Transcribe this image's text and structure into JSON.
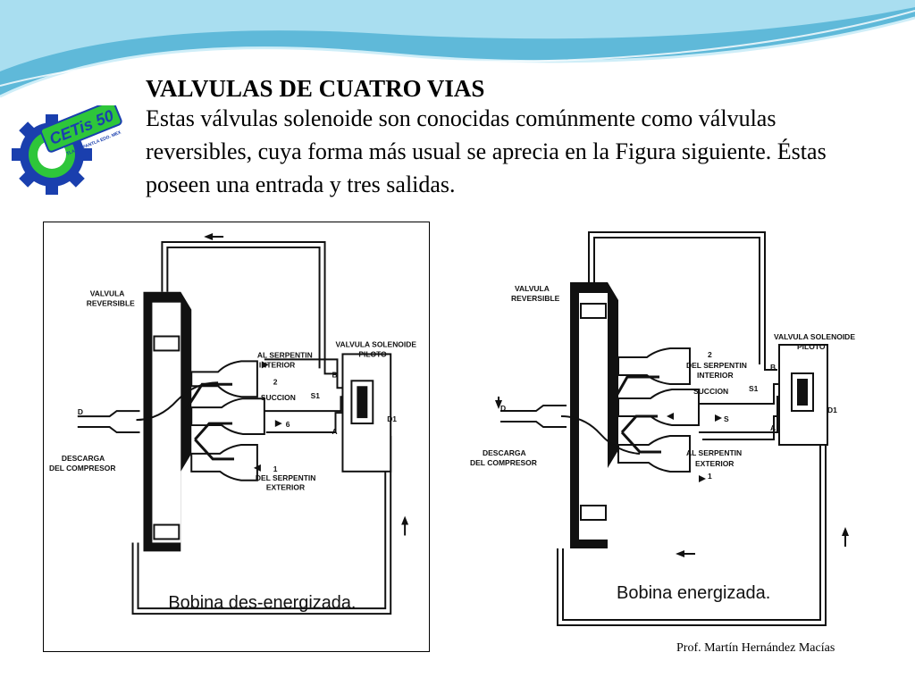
{
  "slide": {
    "title": "VALVULAS DE CUATRO VIAS",
    "body": "Estas válvulas solenoide son conocidas comúnmente como válvulas reversibles, cuya forma más usual se aprecia en la Figura siguiente. Éstas poseen una entrada y tres salidas.",
    "credit": "Prof. Martín Hernández Macías"
  },
  "logo": {
    "text": "CETis 50",
    "subtext": "TLALNEPANTLA EDO. MEX",
    "colors": {
      "gear": "#1a3fae",
      "inner": "#2ec63a"
    }
  },
  "figures": [
    {
      "labels": {
        "valve": [
          "VALVULA",
          "REVERSIBLE"
        ],
        "solenoid": [
          "VALVULA SOLENOIDE",
          "PILOTO"
        ],
        "top_port": [
          "AL SERPENTIN",
          "INTERIOR",
          "2"
        ],
        "suction": "SUCCION",
        "suction_num": "6",
        "bottom_port": [
          "1",
          "DEL SERPENTIN",
          "EXTERIOR"
        ],
        "discharge": [
          "D",
          "DESCARGA",
          "DEL COMPRESOR"
        ],
        "ports": {
          "b": "B",
          "s1": "S1",
          "a": "A",
          "d1": "D1"
        }
      },
      "caption": "Bobina des-energizada."
    },
    {
      "labels": {
        "valve": [
          "VALVULA",
          "REVERSIBLE"
        ],
        "solenoid": [
          "VALVULA SOLENOIDE",
          "PILOTO"
        ],
        "top_port": [
          "2",
          "DEL SERPENTIN",
          "INTERIOR"
        ],
        "suction": "SUCCION",
        "suction_num": "S",
        "bottom_port": [
          "AL SERPENTIN",
          "EXTERIOR",
          "1"
        ],
        "discharge": [
          "D",
          "DESCARGA",
          "DEL COMPRESOR"
        ],
        "ports": {
          "b": "B",
          "s1": "S1",
          "a": "A",
          "d1": "D1"
        }
      },
      "caption": "Bobina energizada."
    }
  ],
  "theme": {
    "wave_dark": "#5fb9d9",
    "wave_light": "#a9def0"
  }
}
